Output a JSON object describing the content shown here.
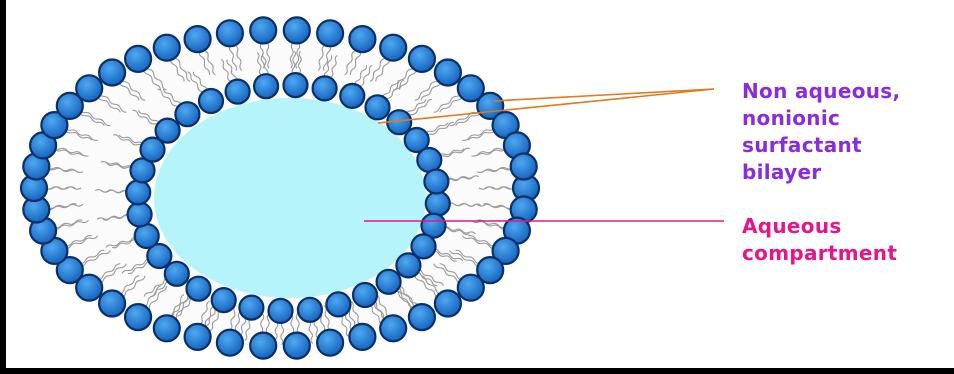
{
  "labels": {
    "bilayer": [
      "Non aqueous,",
      "nonionic",
      "surfactant",
      "bilayer"
    ],
    "aqueous": [
      "Aqueous",
      "compartment"
    ]
  },
  "colors": {
    "head_fill": "#1f78d4",
    "head_stroke": "#0b2f66",
    "tail": "#9a9a9a",
    "core": "#b6f4fb",
    "bilayer_label": "#8a2be2",
    "aqueous_label": "#e8158a",
    "bilayer_leader": "#e07a1a",
    "aqueous_leader": "#e8158a"
  }
}
